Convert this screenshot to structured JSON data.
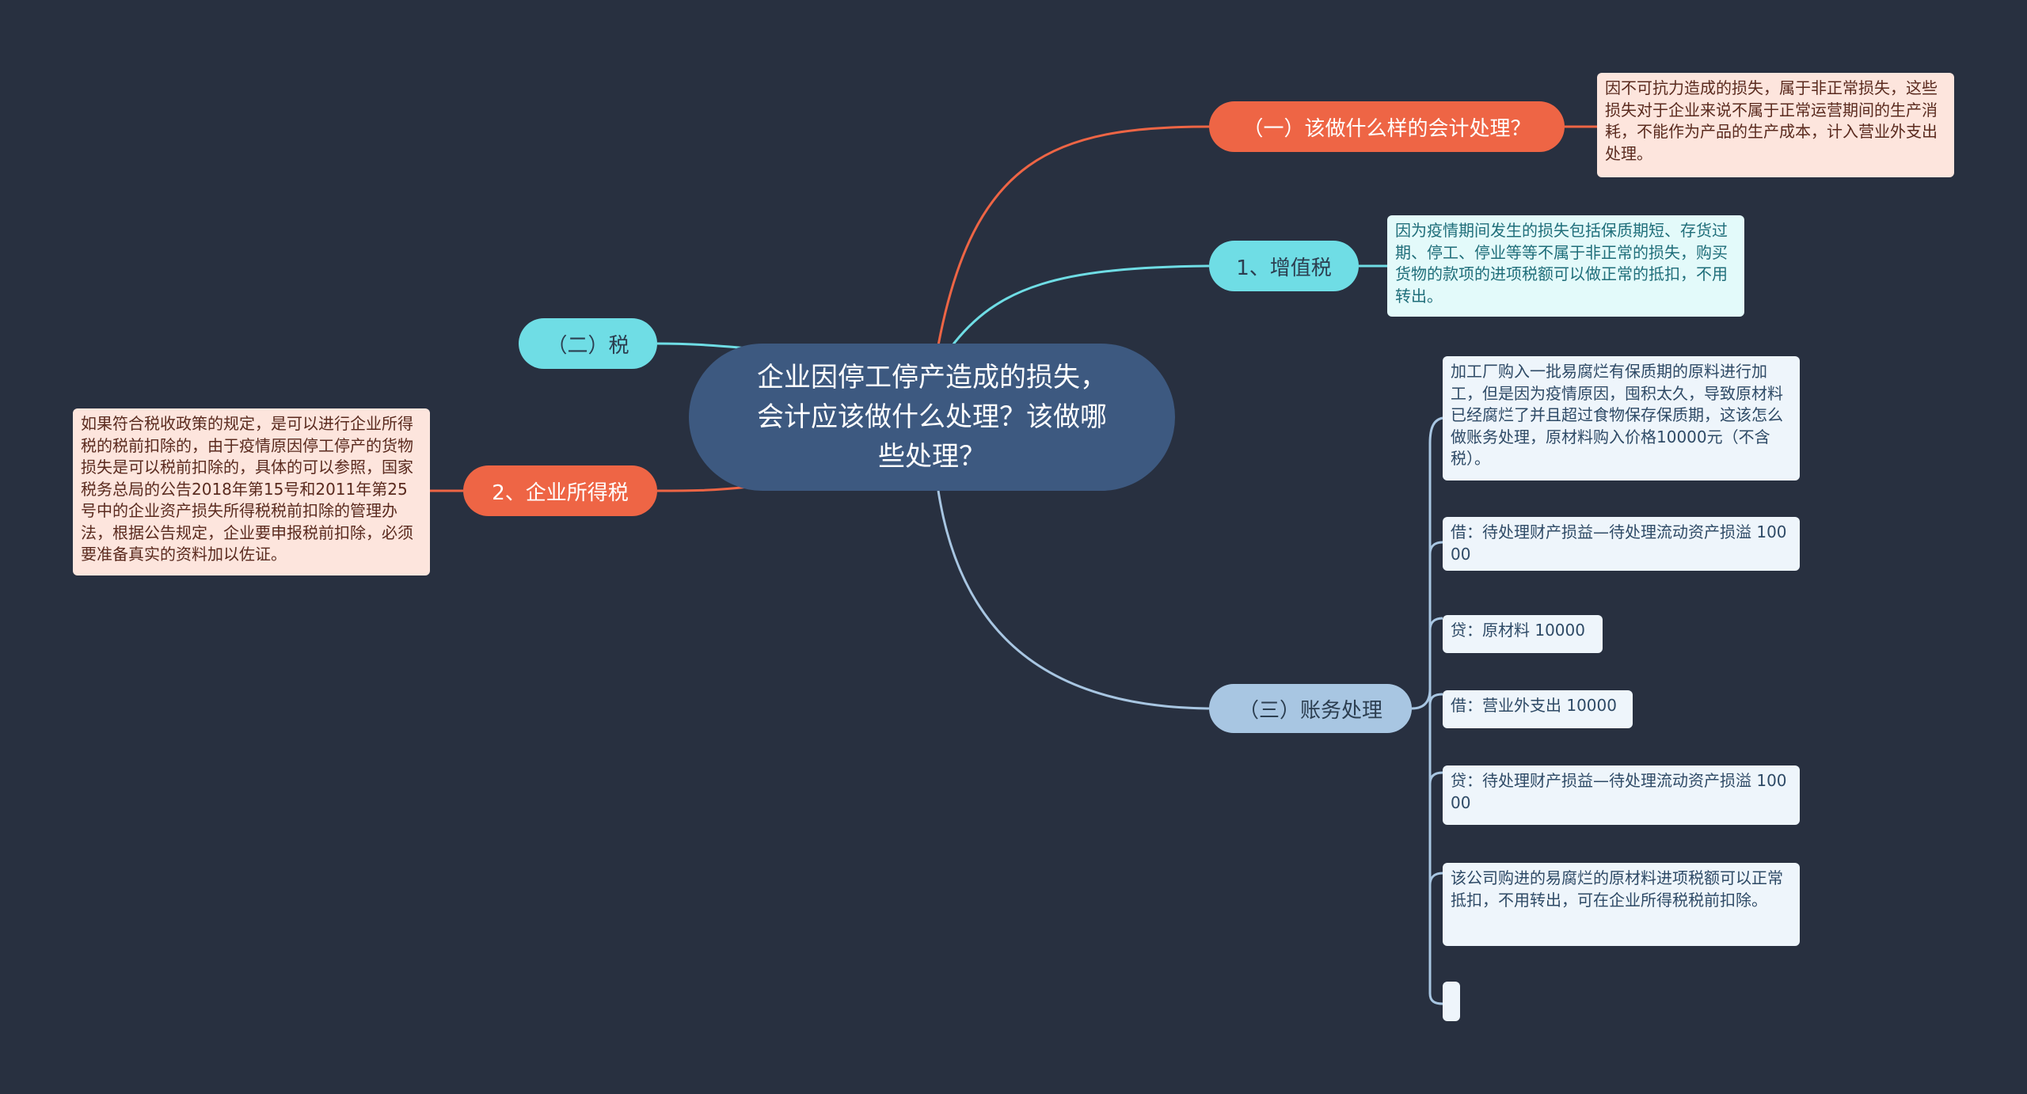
{
  "center": {
    "title": "企业因停工停产造成的损失，会计应该做什么处理？该做哪些处理？"
  },
  "branches": {
    "accounting_method": {
      "label": "（一）该做什么样的会计处理？",
      "note": "因不可抗力造成的损失，属于非正常损失，这些损失对于企业来说不属于正常运营期间的生产消耗，不能作为产品的生产成本，计入营业外支出处理。"
    },
    "vat": {
      "label": "1、增值税",
      "note": "因为疫情期间发生的损失包括保质期短、存货过期、停工、停业等等不属于非正常的损失，购买货物的款项的进项税额可以做正常的抵扣，不用转出。"
    },
    "tax": {
      "label": "（二）税"
    },
    "income_tax": {
      "label": "2、企业所得税",
      "note": "如果符合税收政策的规定，是可以进行企业所得税的税前扣除的，由于疫情原因停工停产的货物损失是可以税前扣除的，具体的可以参照，国家税务总局的公告2018年第15号和2011年第25号中的企业资产损失所得税税前扣除的管理办法，根据公告规定，企业要申报税前扣除，必须要准备真实的资料加以佐证。"
    },
    "bookkeeping": {
      "label": "（三）账务处理",
      "children": [
        "加工厂购入一批易腐烂有保质期的原料进行加工，但是因为疫情原因，囤积太久，导致原材料已经腐烂了并且超过食物保存保质期，这该怎么做账务处理，原材料购入价格10000元（不含税）。",
        "借：待处理财产损益—待处理流动资产损溢 10000",
        "贷：原材料 10000",
        "借：营业外支出 10000",
        "贷：待处理财产损益—待处理流动资产损溢 10000",
        "该公司购进的易腐烂的原材料进项税额可以正常抵扣，不用转出，可在企业所得税税前扣除。"
      ]
    }
  },
  "colors": {
    "background": "#283040",
    "center": "#3d5980",
    "orange": "#ee6545",
    "cyan": "#6fdde5",
    "blue": "#a8c6e2"
  }
}
